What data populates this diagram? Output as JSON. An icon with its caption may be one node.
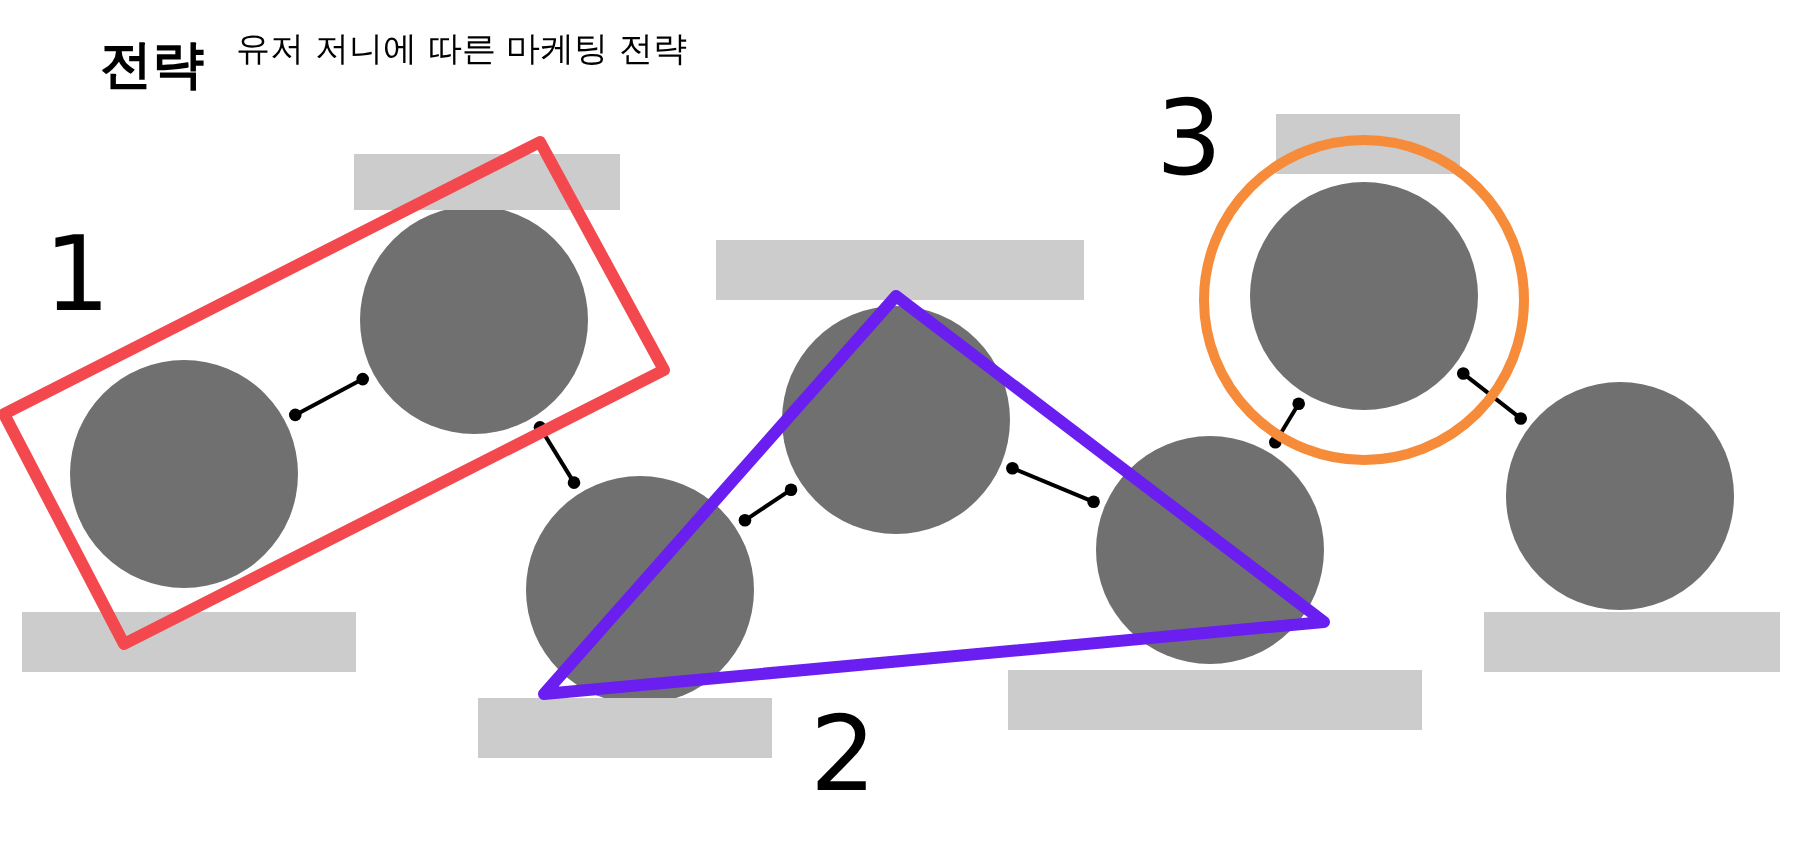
{
  "diagram": {
    "title": "전략",
    "caption": "유저 저니에 따른 마케팅 전략",
    "nodes": [
      {
        "text": [],
        "shape": "circle"
      },
      {
        "text": [],
        "shape": "circle"
      },
      {
        "text": [],
        "shape": "circle"
      },
      {
        "text": [],
        "shape": "circle"
      },
      {
        "text": [],
        "shape": "circle"
      },
      {
        "text": [],
        "shape": "circle"
      },
      {
        "text": [],
        "shape": "circle"
      },
      {
        "text": [],
        "shape": "bar"
      },
      {
        "text": [],
        "shape": "bar"
      },
      {
        "text": [],
        "shape": "bar"
      },
      {
        "text": [],
        "shape": "bar"
      },
      {
        "text": [],
        "shape": "bar"
      },
      {
        "text": [],
        "shape": "bar"
      },
      {
        "text": [],
        "shape": "bar"
      }
    ],
    "edges": [
      {
        "from": 0,
        "to": 1,
        "arrow": "other"
      },
      {
        "from": 1,
        "to": 2,
        "arrow": "other"
      },
      {
        "from": 2,
        "to": 3,
        "arrow": "other"
      },
      {
        "from": 3,
        "to": 4,
        "arrow": "other"
      },
      {
        "from": 4,
        "to": 5,
        "arrow": "other"
      },
      {
        "from": 5,
        "to": 6,
        "arrow": "other"
      }
    ],
    "labels": [
      "1",
      "2",
      "3"
    ]
  }
}
